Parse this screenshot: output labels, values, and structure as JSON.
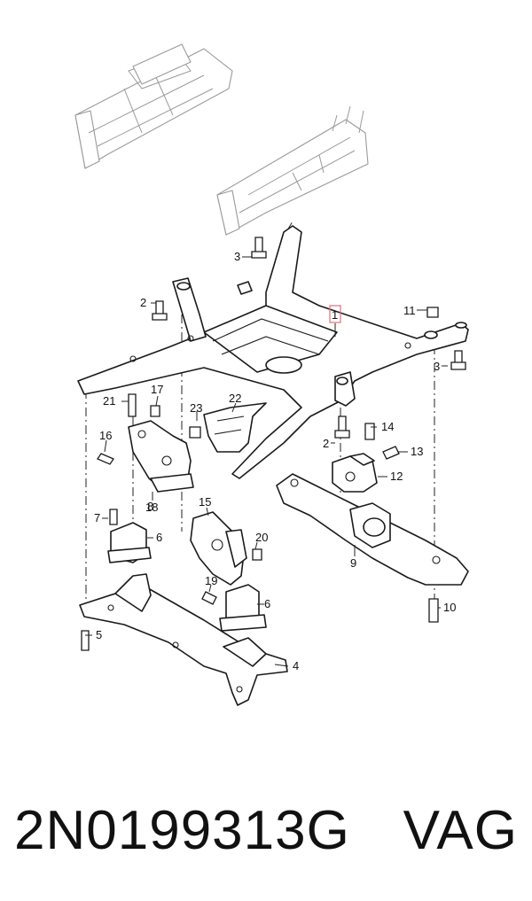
{
  "diagram": {
    "callouts": [
      "1",
      "2",
      "3",
      "4",
      "5",
      "6",
      "7",
      "8",
      "9",
      "10",
      "11",
      "12",
      "13",
      "14",
      "15",
      "16",
      "17",
      "18",
      "19",
      "20",
      "21",
      "22",
      "23"
    ],
    "highlighted_callout": "1",
    "highlight_color": "#e0707a"
  },
  "caption": {
    "part_number": "2N0199313G",
    "brand": "VAG"
  }
}
